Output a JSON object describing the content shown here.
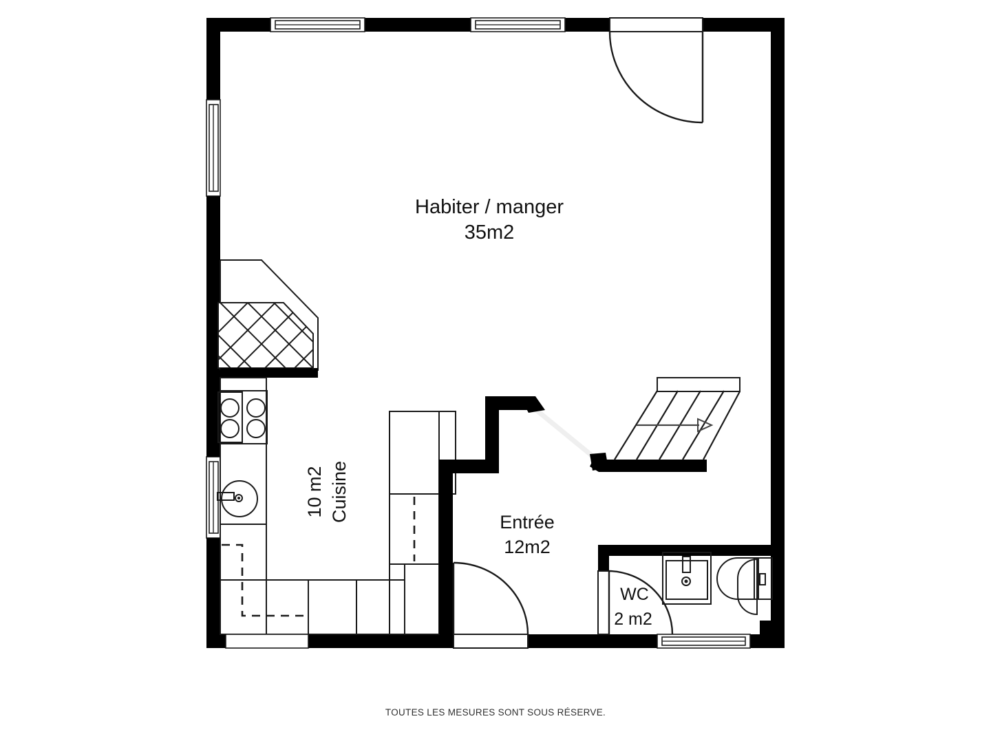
{
  "document": {
    "type": "floor-plan",
    "footer_note": "TOUTES LES MESURES SONT SOUS RÉSERVE.",
    "background_color": "#ffffff",
    "wall_color": "#000000",
    "line_color": "#1a1a1a"
  },
  "rooms": [
    {
      "id": "habiter-manger",
      "name": "Habiter / manger",
      "area": "35m2",
      "orientation": "horizontal"
    },
    {
      "id": "cuisine",
      "name": "Cuisine",
      "area": "10 m2",
      "orientation": "vertical"
    },
    {
      "id": "entree",
      "name": "Entrée",
      "area": "12m2",
      "orientation": "horizontal"
    },
    {
      "id": "wc",
      "name": "WC",
      "area": "2 m2",
      "orientation": "horizontal"
    }
  ],
  "fixtures": {
    "cooktop": "stove-4-burner",
    "sink_kitchen": "round-sink",
    "fireplace": "hatched-chimney",
    "staircase": "straight-stair-up",
    "wc_sink": "square-washbasin",
    "wc_toilet": "toilet"
  },
  "openings": {
    "doors": [
      "top-right-entry-door",
      "entree-main-door",
      "wc-door"
    ],
    "windows": [
      "top-window-left",
      "top-window-center",
      "left-window-upper",
      "left-window-lower",
      "bottom-window-kitchen",
      "bottom-window-wc"
    ]
  }
}
